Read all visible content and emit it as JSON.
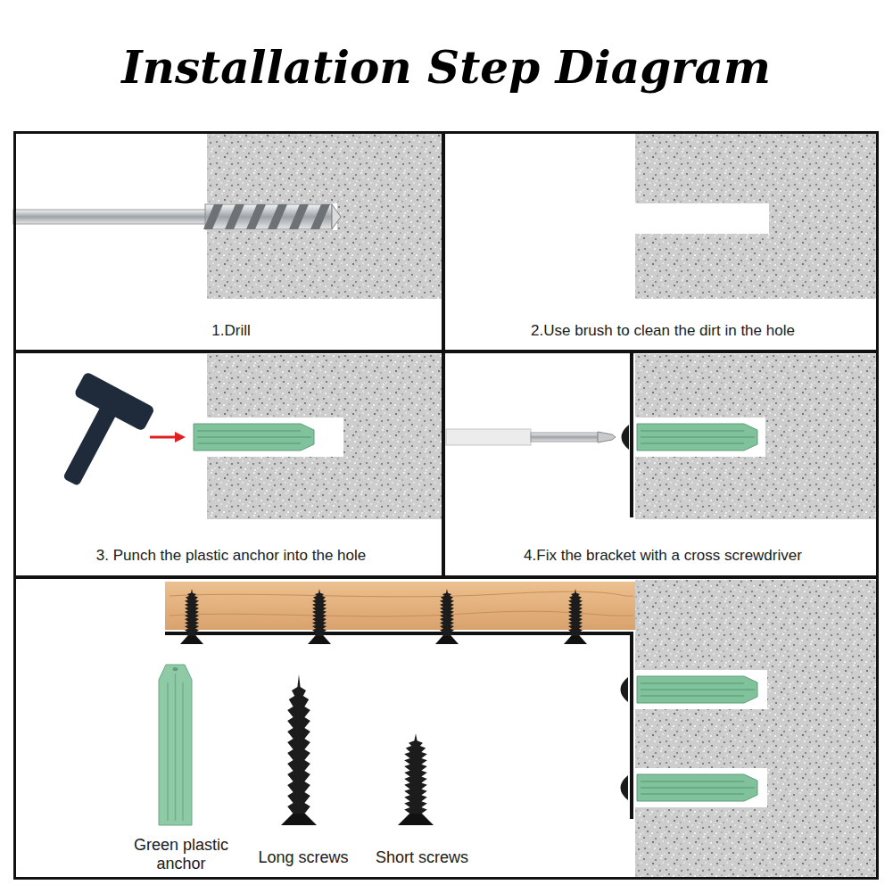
{
  "diagram": {
    "title": "Installation Step Diagram",
    "nodes": [
      {
        "text": [
          "1.Drill"
        ]
      },
      {
        "text": [
          "2.Use brush to clean the dirt in the hole"
        ]
      },
      {
        "text": [
          "3. Punch the plastic anchor into the hole"
        ]
      },
      {
        "text": [
          "4.Fix the bracket with a cross screwdriver"
        ]
      },
      {
        "text": [
          "Green plastic anchor",
          "Long screws",
          "Short screws"
        ]
      }
    ]
  }
}
